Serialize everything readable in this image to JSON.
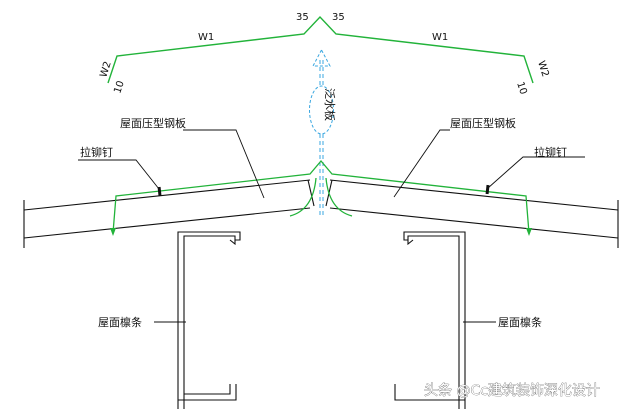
{
  "flashing": {
    "vertex_left": "35",
    "vertex_right": "35",
    "slope_left": "W1",
    "slope_right": "W1",
    "drop_left": "W2",
    "drop_right": "W2",
    "hem_left": "10",
    "hem_right": "10",
    "color": "#22b33a"
  },
  "labels": {
    "flashing_name": "泛水板",
    "roof_sheet_left": "屋面压型钢板",
    "roof_sheet_right": "屋面压型钢板",
    "rivet_left": "拉铆钉",
    "rivet_right": "拉铆钉",
    "purlin_left": "屋面檩条",
    "purlin_right": "屋面檩条"
  },
  "watermark": "头条 @Cc建筑装饰深化设计",
  "colors": {
    "line": "#111111",
    "flashing": "#22b33a",
    "centerline": "#3aa7e0"
  }
}
